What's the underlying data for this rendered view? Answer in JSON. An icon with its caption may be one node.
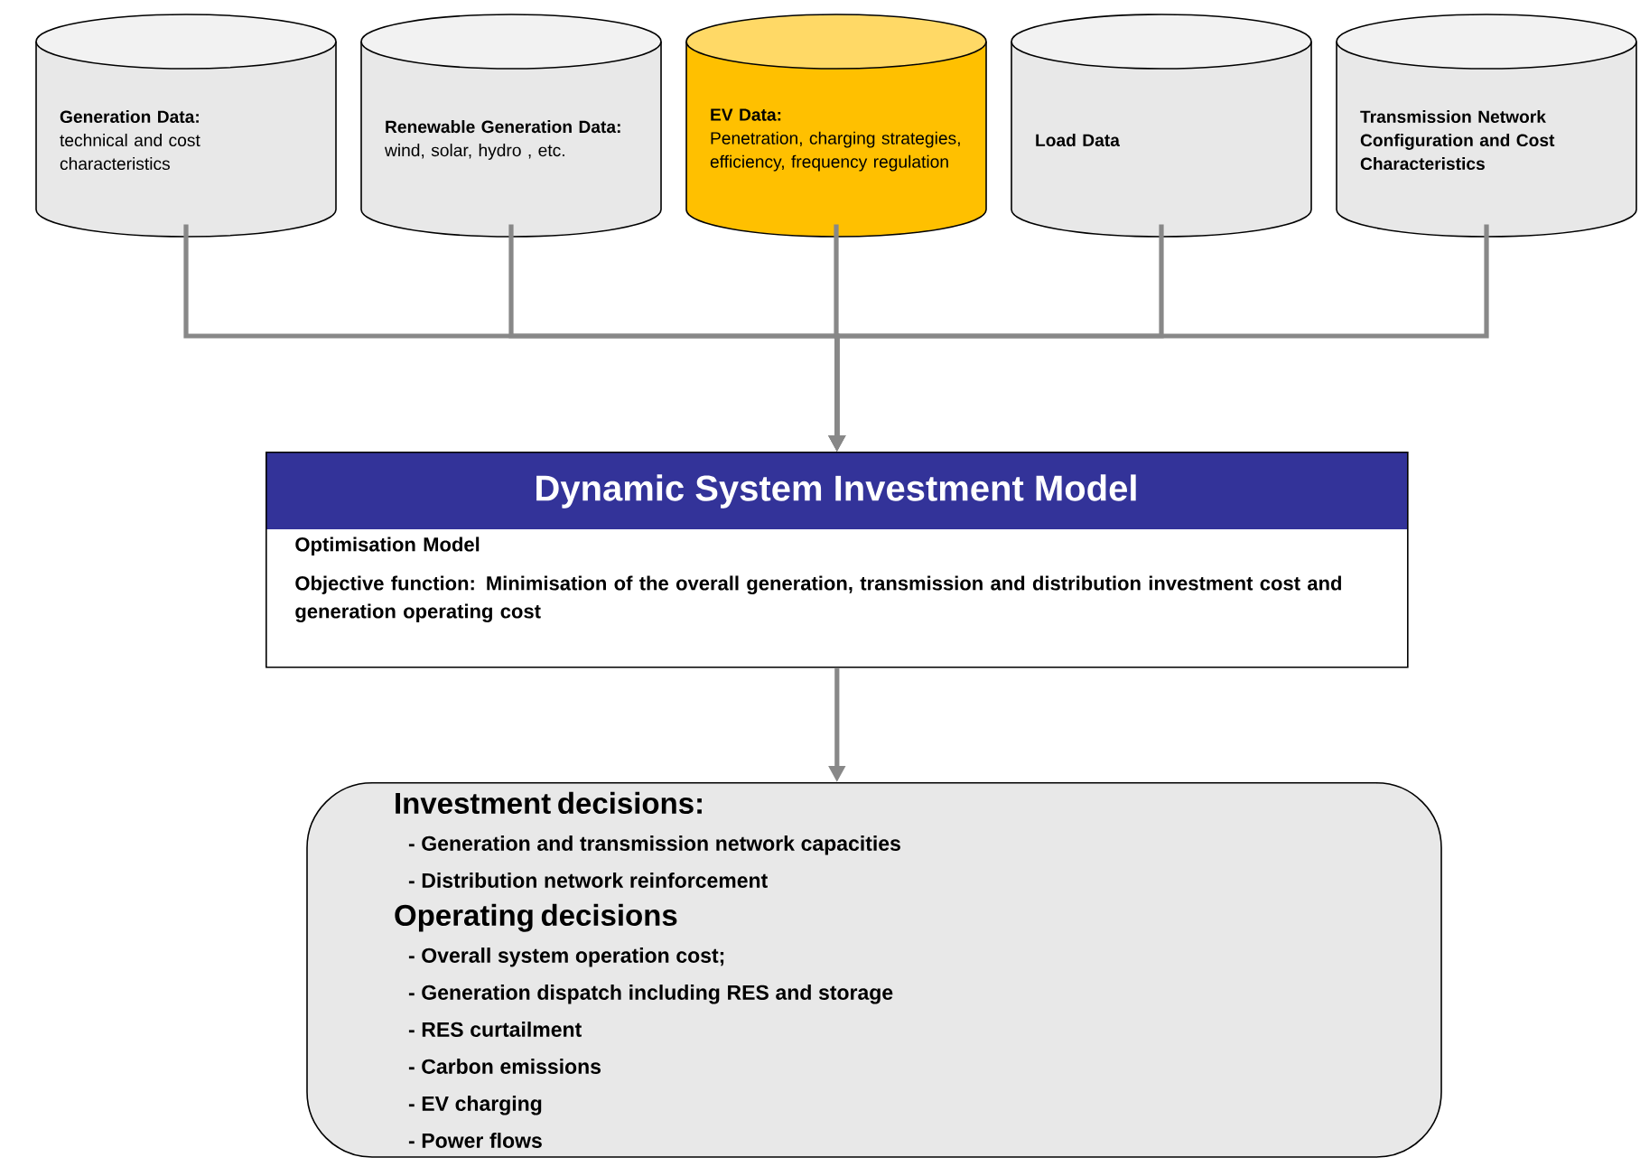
{
  "diagram": {
    "nodes": [
      {
        "text": [
          "Generation Data:",
          "technical and cost characteristics"
        ]
      },
      {
        "text": [
          "Renewable Generation Data:",
          "wind, solar, hydro , etc."
        ]
      },
      {
        "text": [
          "EV Data:",
          "Penetration, charging strategies, efficiency, frequency regulation"
        ]
      },
      {
        "text": [
          "Load Data"
        ]
      },
      {
        "text": [
          "Transmission Network Configuration and Cost Characteristics"
        ]
      },
      {
        "text": [
          "Dynamic System Investment Model",
          "Optimisation Model",
          "Objective function: Minimisation of the overall generation, transmission and distribution investment cost and generation operating cost"
        ]
      },
      {
        "text": [
          "Investment decisions:",
          "- Generation and  transmission network capacities",
          "- Distribution network reinforcement",
          "Operating decisions",
          "- Overall system operation cost;",
          "- Generation dispatch including RES and storage",
          "- RES curtailment",
          "- Carbon emissions",
          "- EV charging",
          "- Power flows"
        ]
      }
    ],
    "edges": [
      {
        "from": 0,
        "to": 5,
        "arrow": "to"
      },
      {
        "from": 1,
        "to": 5,
        "arrow": "to"
      },
      {
        "from": 2,
        "to": 5,
        "arrow": "to"
      },
      {
        "from": 3,
        "to": 5,
        "arrow": "to"
      },
      {
        "from": 4,
        "to": 5,
        "arrow": "to"
      },
      {
        "from": 5,
        "to": 6,
        "arrow": "to"
      }
    ]
  }
}
